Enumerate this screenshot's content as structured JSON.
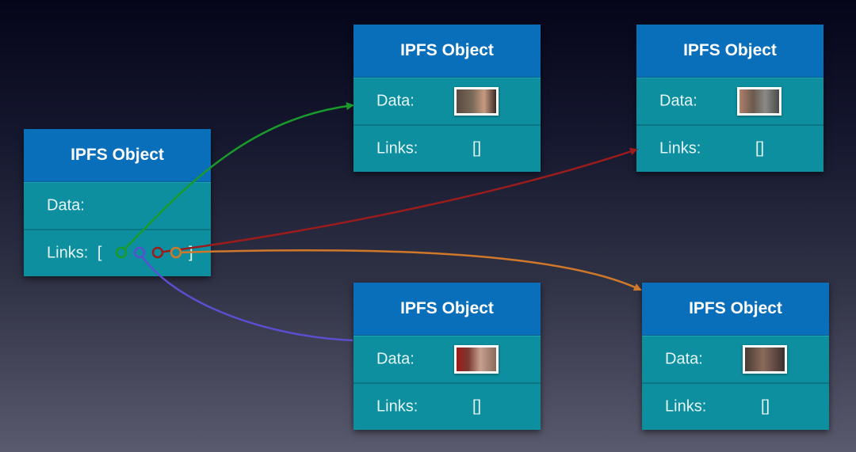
{
  "root": {
    "title": "IPFS Object",
    "data_label": "Data:",
    "links_label": "Links:",
    "open_bracket": "[",
    "close_bracket": "]"
  },
  "objects": [
    {
      "title": "IPFS Object",
      "data_label": "Data:",
      "links_label": "Links:",
      "links_value": "[]"
    },
    {
      "title": "IPFS Object",
      "data_label": "Data:",
      "links_label": "Links:",
      "links_value": "[]"
    },
    {
      "title": "IPFS Object",
      "data_label": "Data:",
      "links_label": "Links:",
      "links_value": "[]"
    },
    {
      "title": "IPFS Object",
      "data_label": "Data:",
      "links_label": "Links:",
      "links_value": "[]"
    }
  ],
  "link_colors": {
    "green": "#1a9a2a",
    "blue": "#5a4fd0",
    "red": "#9a1c1c",
    "orange": "#d0782a"
  },
  "thumbnail_icons": [
    "image-thumbnail-1",
    "image-thumbnail-2",
    "image-thumbnail-3",
    "image-thumbnail-4"
  ]
}
